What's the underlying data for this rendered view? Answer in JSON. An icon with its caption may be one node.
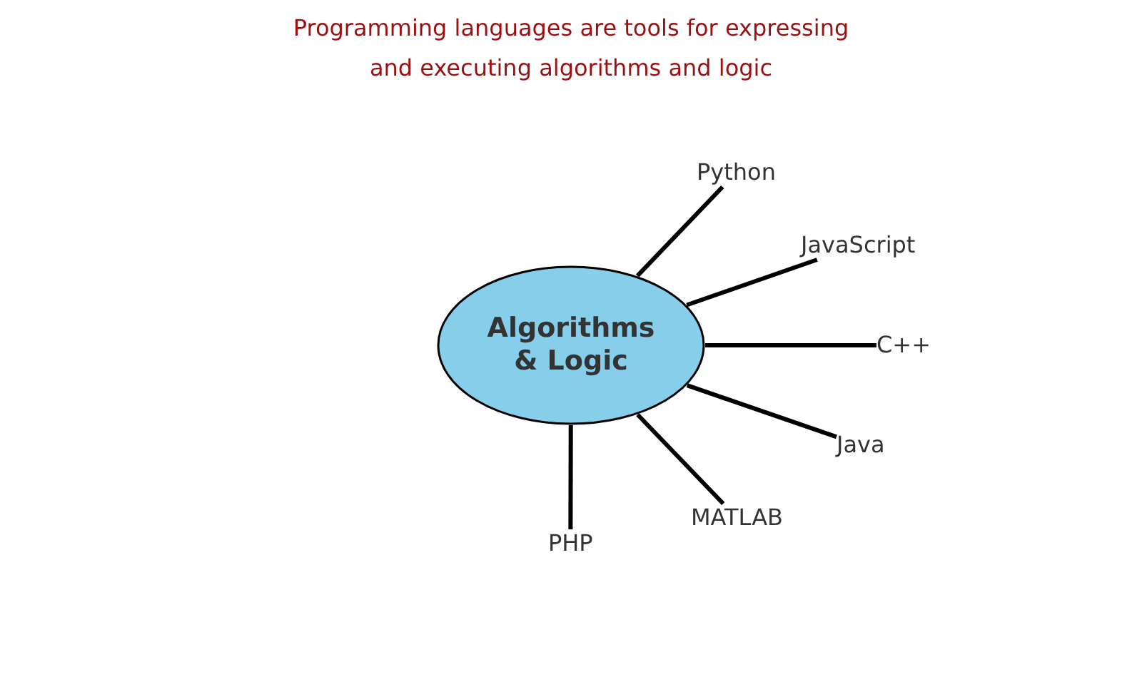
{
  "diagram": {
    "title": "Programming languages are tools for expressing and executing algorithms and logic",
    "nodes": [
      {
        "text": [
          "Algorithms & Logic"
        ]
      },
      {
        "text": [
          "Python"
        ]
      },
      {
        "text": [
          "JavaScript"
        ]
      },
      {
        "text": [
          "C++"
        ]
      },
      {
        "text": [
          "Java"
        ]
      },
      {
        "text": [
          "MATLAB"
        ]
      },
      {
        "text": [
          "PHP"
        ]
      }
    ],
    "edges": [
      {
        "from": 0,
        "to": 1,
        "arrow": "none"
      },
      {
        "from": 0,
        "to": 2,
        "arrow": "none"
      },
      {
        "from": 0,
        "to": 3,
        "arrow": "none"
      },
      {
        "from": 0,
        "to": 4,
        "arrow": "none"
      },
      {
        "from": 0,
        "to": 5,
        "arrow": "none"
      },
      {
        "from": 0,
        "to": 6,
        "arrow": "none"
      }
    ]
  }
}
